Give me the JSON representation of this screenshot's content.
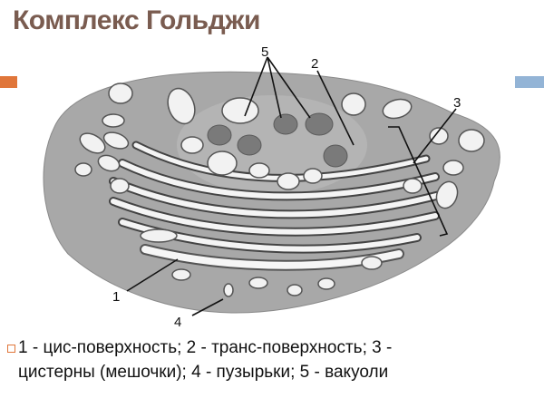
{
  "slide": {
    "title": "Комплекс Гольджи",
    "accent_left_color": "#e0763a",
    "accent_right_color": "#93b4d6"
  },
  "diagram": {
    "subject": "Golgi apparatus electron micrograph drawing",
    "labels": [
      {
        "id": "1",
        "text": "1"
      },
      {
        "id": "2",
        "text": "2"
      },
      {
        "id": "3",
        "text": "3"
      },
      {
        "id": "4",
        "text": "4"
      },
      {
        "id": "5",
        "text": "5"
      }
    ]
  },
  "caption": {
    "bullet_icon": "square-bullet-icon",
    "line1": "1 - цис-поверхность; 2 - транс-поверхность; 3 -",
    "line2": "цистерны (мешочки); 4 - пузырьки; 5 - вакуоли"
  }
}
